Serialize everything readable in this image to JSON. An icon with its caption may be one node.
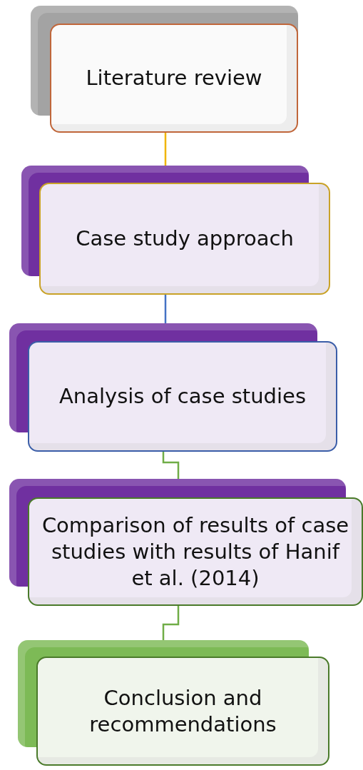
{
  "diagram": {
    "nodes": [
      {
        "text": [
          "Literature review"
        ]
      },
      {
        "text": [
          "Case study approach"
        ]
      },
      {
        "text": [
          "Analysis of case studies"
        ]
      },
      {
        "text": [
          "Comparison of results of case studies with results of Hanif et al. (2014)"
        ]
      },
      {
        "text": [
          "Conclusion and recommendations"
        ]
      }
    ],
    "edges": [
      {
        "from": 0,
        "to": 1,
        "arrow": "none",
        "color": "#f0b400"
      },
      {
        "from": 1,
        "to": 2,
        "arrow": "none",
        "color": "#4472c4"
      },
      {
        "from": 2,
        "to": 3,
        "arrow": "none"
      },
      {
        "from": 3,
        "to": 4,
        "arrow": "none"
      }
    ]
  }
}
